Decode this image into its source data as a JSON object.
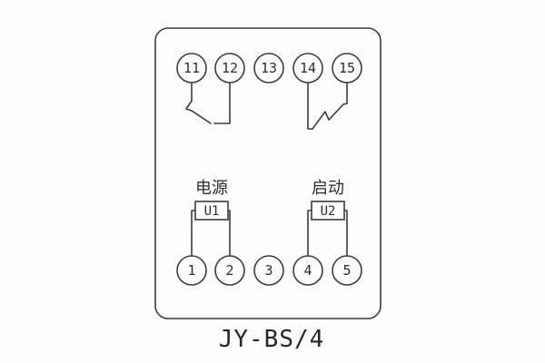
{
  "diagram": {
    "model_label": "JY-BS/4",
    "top_terminals": [
      "11",
      "12",
      "13",
      "14",
      "15"
    ],
    "bottom_terminals": [
      "1",
      "2",
      "3",
      "4",
      "5"
    ],
    "power_label": "电源",
    "power_unit_label": "U1",
    "start_label": "启动",
    "start_unit_label": "U2",
    "colors": {
      "line": "#3d3d3d",
      "background": "#fdfdfd"
    }
  }
}
